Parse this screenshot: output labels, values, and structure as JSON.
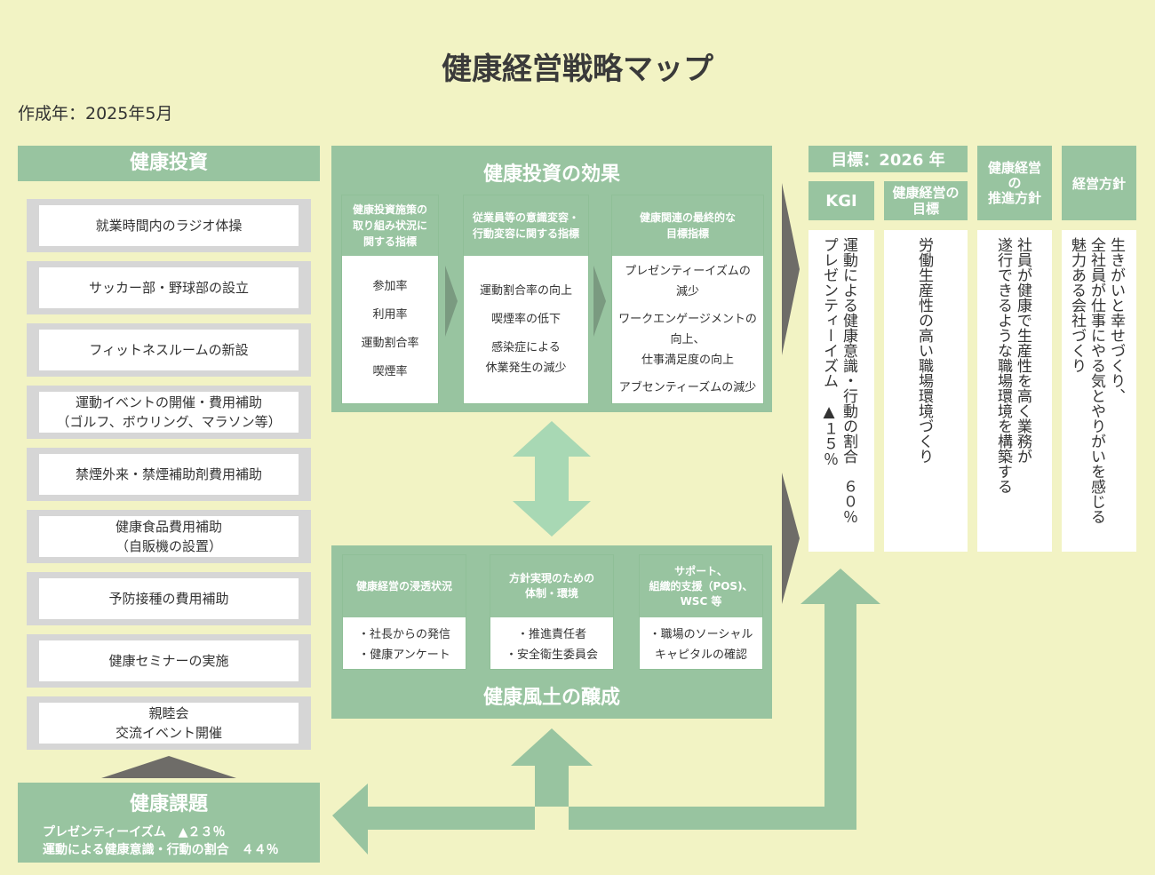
{
  "title": "健康経営戦略マップ",
  "created": "作成年：2025年5月",
  "investment": {
    "header": "健康投資",
    "items": [
      "就業時間内のラジオ体操",
      "サッカー部・野球部の設立",
      "フィットネスルームの新設",
      "運動イベントの開催・費用補助\n（ゴルフ、ボウリング、マラソン等）",
      "禁煙外来・禁煙補助剤費用補助",
      "健康食品費用補助\n（自販機の設置）",
      "予防接種の費用補助",
      "健康セミナーの実施",
      "親睦会\n交流イベント開催"
    ]
  },
  "issues": {
    "header": "健康課題",
    "lines": [
      "プレゼンティーイズム　▲２３％",
      "運動による健康意識・行動の割合　４４％"
    ]
  },
  "effect": {
    "header": "健康投資の効果",
    "cards": [
      {
        "title": "健康投資施策の\n取り組み状況に\n関する指標",
        "items": [
          "参加率",
          "利用率",
          "運動割合率",
          "喫煙率"
        ]
      },
      {
        "title": "従業員等の意識変容・\n行動変容に関する指標",
        "items": [
          "運動割合率の向上",
          "喫煙率の低下",
          "感染症による\n休業発生の減少"
        ]
      },
      {
        "title": "健康関連の最終的な\n目標指標",
        "items": [
          "プレゼンティーイズムの\n減少",
          "ワークエンゲージメントの\n向上、\n仕事満足度の向上",
          "アブセンティーズムの減少"
        ]
      }
    ]
  },
  "culture": {
    "header": "健康風土の醸成",
    "cards": [
      {
        "title": "健康経営の浸透状況",
        "items": [
          "・社長からの発信",
          "・健康アンケート"
        ]
      },
      {
        "title": "方針実現のための\n体制・環境",
        "items": [
          "・推進責任者",
          "・安全衛生委員会"
        ]
      },
      {
        "title": "サポート、\n組織的支援（POS)、\nWSC 等",
        "items": [
          "・職場のソーシャル\nキャピタルの確認"
        ]
      }
    ]
  },
  "goal": {
    "header": "目標：2026 年",
    "kgi_header": "KGI",
    "kgi_text": "運動による健康意識・行動の割合　６０％\nプレゼンティーイズム　▲１５％",
    "objective_header": "健康経営の\n目標",
    "objective_text": "労働生産性の高い職場環境づくり"
  },
  "promotion": {
    "header": "健康経営\nの\n推進方針",
    "text": "社員が健康で生産性を高く業務が\n遂行できるような職場環境を構築する"
  },
  "policy": {
    "header": "経営方針",
    "text": "生きがいと幸せづくり、\n全社員が仕事にやる気とやりがいを感じる\n魅力ある会社づくり"
  },
  "colors": {
    "background": "#f2f3c4",
    "green": "#98c4a0",
    "arrow_light": "#a8d8b4",
    "arrow_dark": "#6e6c68"
  }
}
